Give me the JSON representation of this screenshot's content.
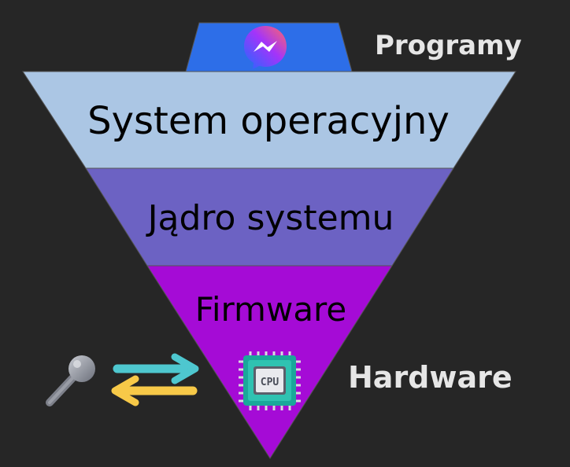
{
  "diagram": {
    "layers": [
      {
        "label": "System operacyjny",
        "color": "#abc6e4"
      },
      {
        "label": "Jądro systemu",
        "color": "#6c62c3"
      },
      {
        "label": "Firmware",
        "color": "#a50bd6"
      }
    ],
    "top_block_color": "#2d6ee8",
    "top_icon": "messenger-icon",
    "side_labels": {
      "programs": "Programy",
      "hardware": "Hardware"
    },
    "hardware_icons": [
      "microphone-icon",
      "exchange-arrows-icon",
      "cpu-chip-icon"
    ],
    "chip_text": "CPU",
    "colors": {
      "background": "#262626",
      "arrow_top": "#4ec7cf",
      "arrow_bottom": "#f7c948",
      "chip_body": "#1aa89a"
    }
  }
}
